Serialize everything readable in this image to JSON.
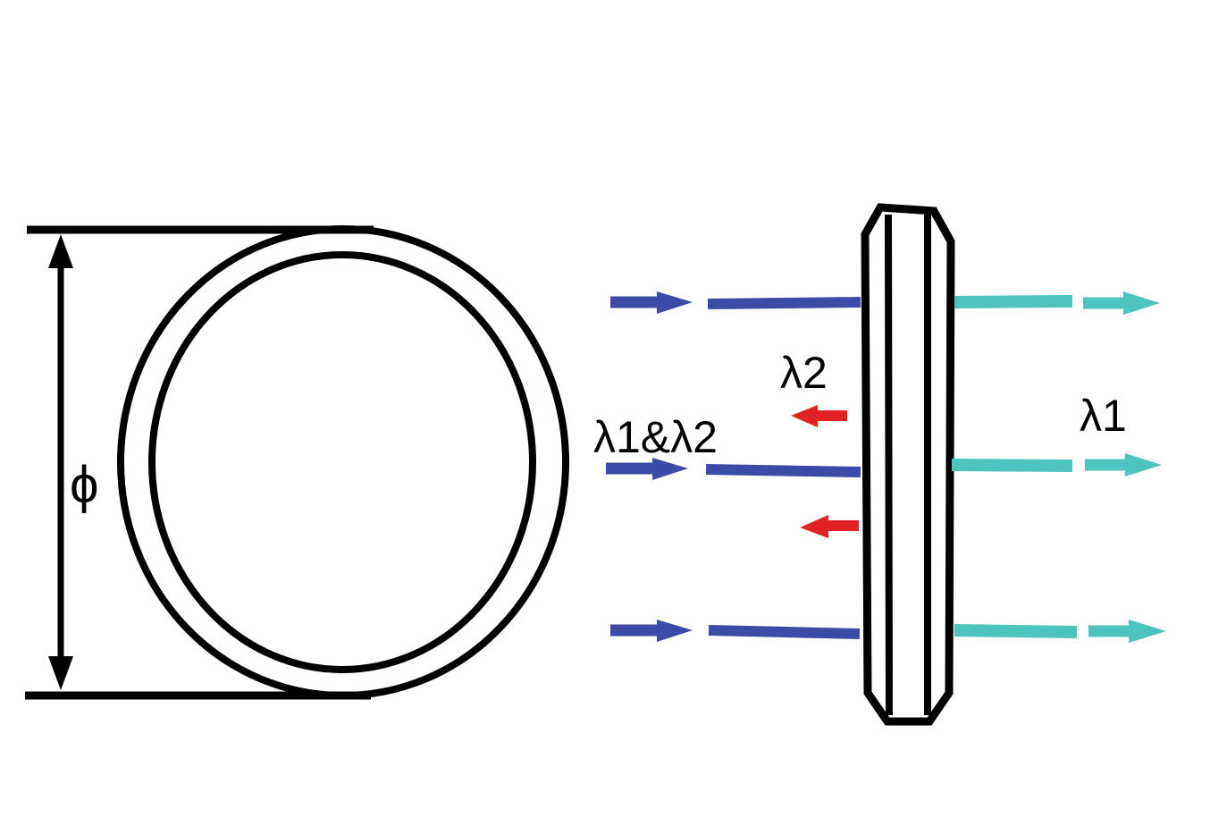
{
  "labels": {
    "diameter": "ϕ",
    "incident": "λ1&λ2",
    "reflected": "λ2",
    "transmitted": "λ1"
  },
  "colors": {
    "incident": "#3b4ba6",
    "reflected": "#e02222",
    "transmitted": "#4dc4bd",
    "outline": "#000000"
  }
}
